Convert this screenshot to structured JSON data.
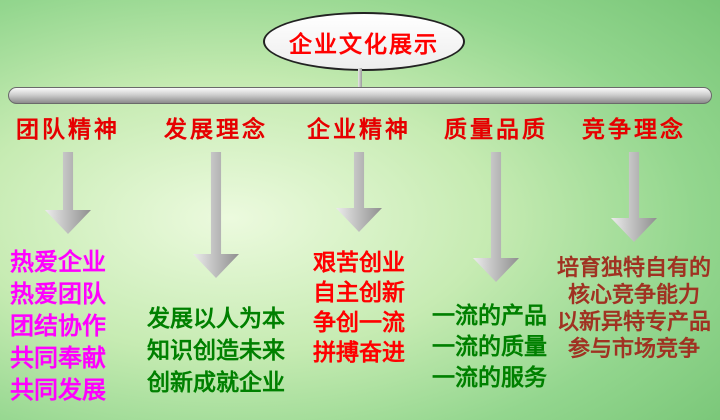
{
  "title": {
    "label": "企业文化展示"
  },
  "colors": {
    "title": "#ff0000",
    "header": "#e60000",
    "background_green": "#8fd48b",
    "arrow_gray": "#b5b5b5",
    "col1_text": "#ff00ff",
    "col2_text": "#008000",
    "col3_text": "#ff0000",
    "col4_text": "#008000",
    "col5_text": "#a03222"
  },
  "columns": [
    {
      "header": "团队精神",
      "lines": [
        "热爱企业",
        "热爱团队",
        "团结协作",
        "共同奉献",
        "共同发展"
      ]
    },
    {
      "header": "发展理念",
      "lines": [
        "发展以人为本",
        "知识创造未来",
        "创新成就企业"
      ]
    },
    {
      "header": "企业精神",
      "lines": [
        "艰苦创业",
        "自主创新",
        "争创一流",
        "拼搏奋进"
      ]
    },
    {
      "header": "质量品质",
      "lines": [
        "一流的产品",
        "一流的质量",
        "一流的服务"
      ]
    },
    {
      "header": "竞争理念",
      "lines": [
        "培育独特自有的",
        "核心竞争能力",
        "以新异特专产品",
        "参与市场竞争"
      ]
    }
  ]
}
